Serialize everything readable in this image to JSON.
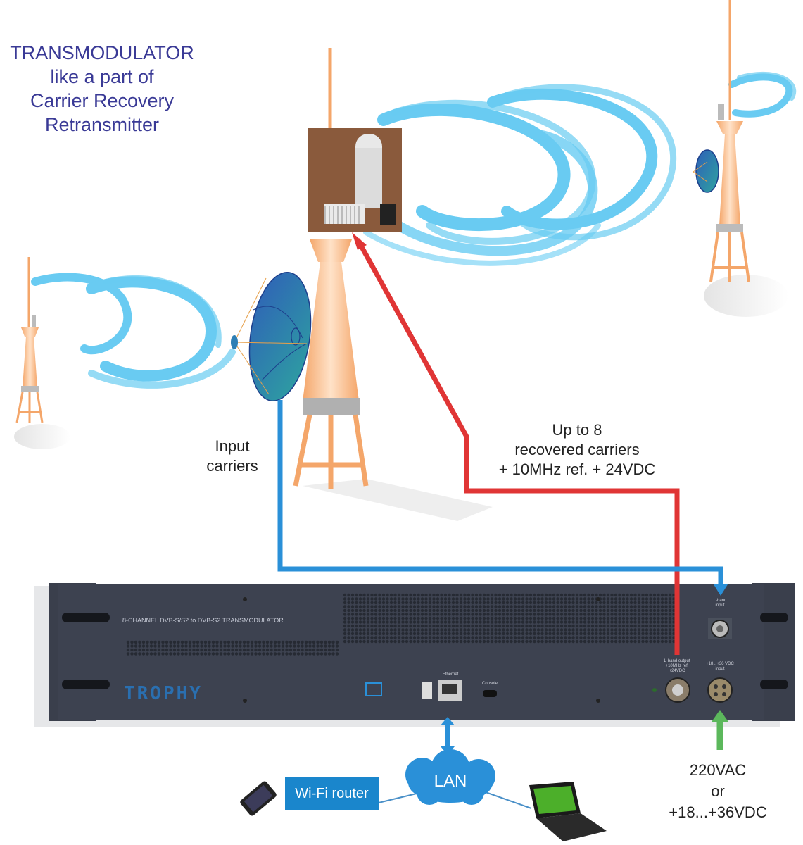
{
  "title": {
    "line1": "TRANSMODULATOR",
    "line2": "like a part of",
    "line3": "Carrier Recovery",
    "line4": "Retransmitter"
  },
  "labels": {
    "input_carriers_1": "Input",
    "input_carriers_2": "carriers",
    "recovered_1": "Up to 8",
    "recovered_2": "recovered carriers",
    "recovered_3": "+ 10MHz ref. + 24VDC",
    "power_1": "220VAC",
    "power_2": "or",
    "power_3": "+18...+36VDC",
    "wifi_router": "Wi-Fi router",
    "lan": "LAN"
  },
  "panel": {
    "model": "8-CHANNEL DVB-S/S2 to DVB-S2 TRANSMODULATOR",
    "brand": "TROPHY",
    "ethernet": "Ethernet",
    "console": "Console",
    "lband_input_1": "L-band",
    "lband_input_2": "input",
    "lband_output_1": "L-band output",
    "lband_output_2": "+10MHz ref.",
    "lband_output_3": "+24VDC",
    "power_in_1": "+18...+36 VDC",
    "power_in_2": "input"
  },
  "colors": {
    "title": "#3a3a96",
    "red_line": "#e03535",
    "blue_line": "#2a90d8",
    "green_arrow": "#5cb85c",
    "panel": "#3d4250",
    "tower": "#f6b98a",
    "wave": "#4fc3f0"
  }
}
